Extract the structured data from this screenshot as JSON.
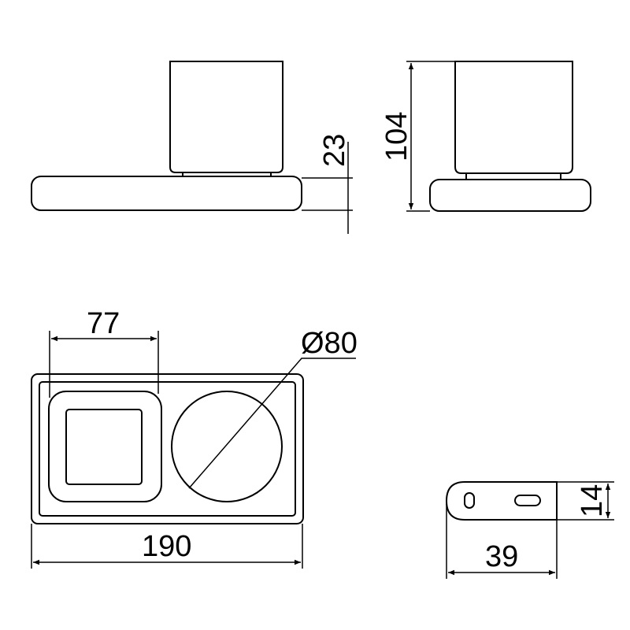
{
  "drawing": {
    "front_view": {
      "height_label": "23"
    },
    "side_view": {
      "height_label": "104"
    },
    "top_view": {
      "holder_width_label": "77",
      "cup_diameter_label": "Ø80",
      "total_length_label": "190"
    },
    "bracket_view": {
      "height_label": "14",
      "width_label": "39"
    },
    "line_color": "#000000",
    "background": "#ffffff"
  }
}
